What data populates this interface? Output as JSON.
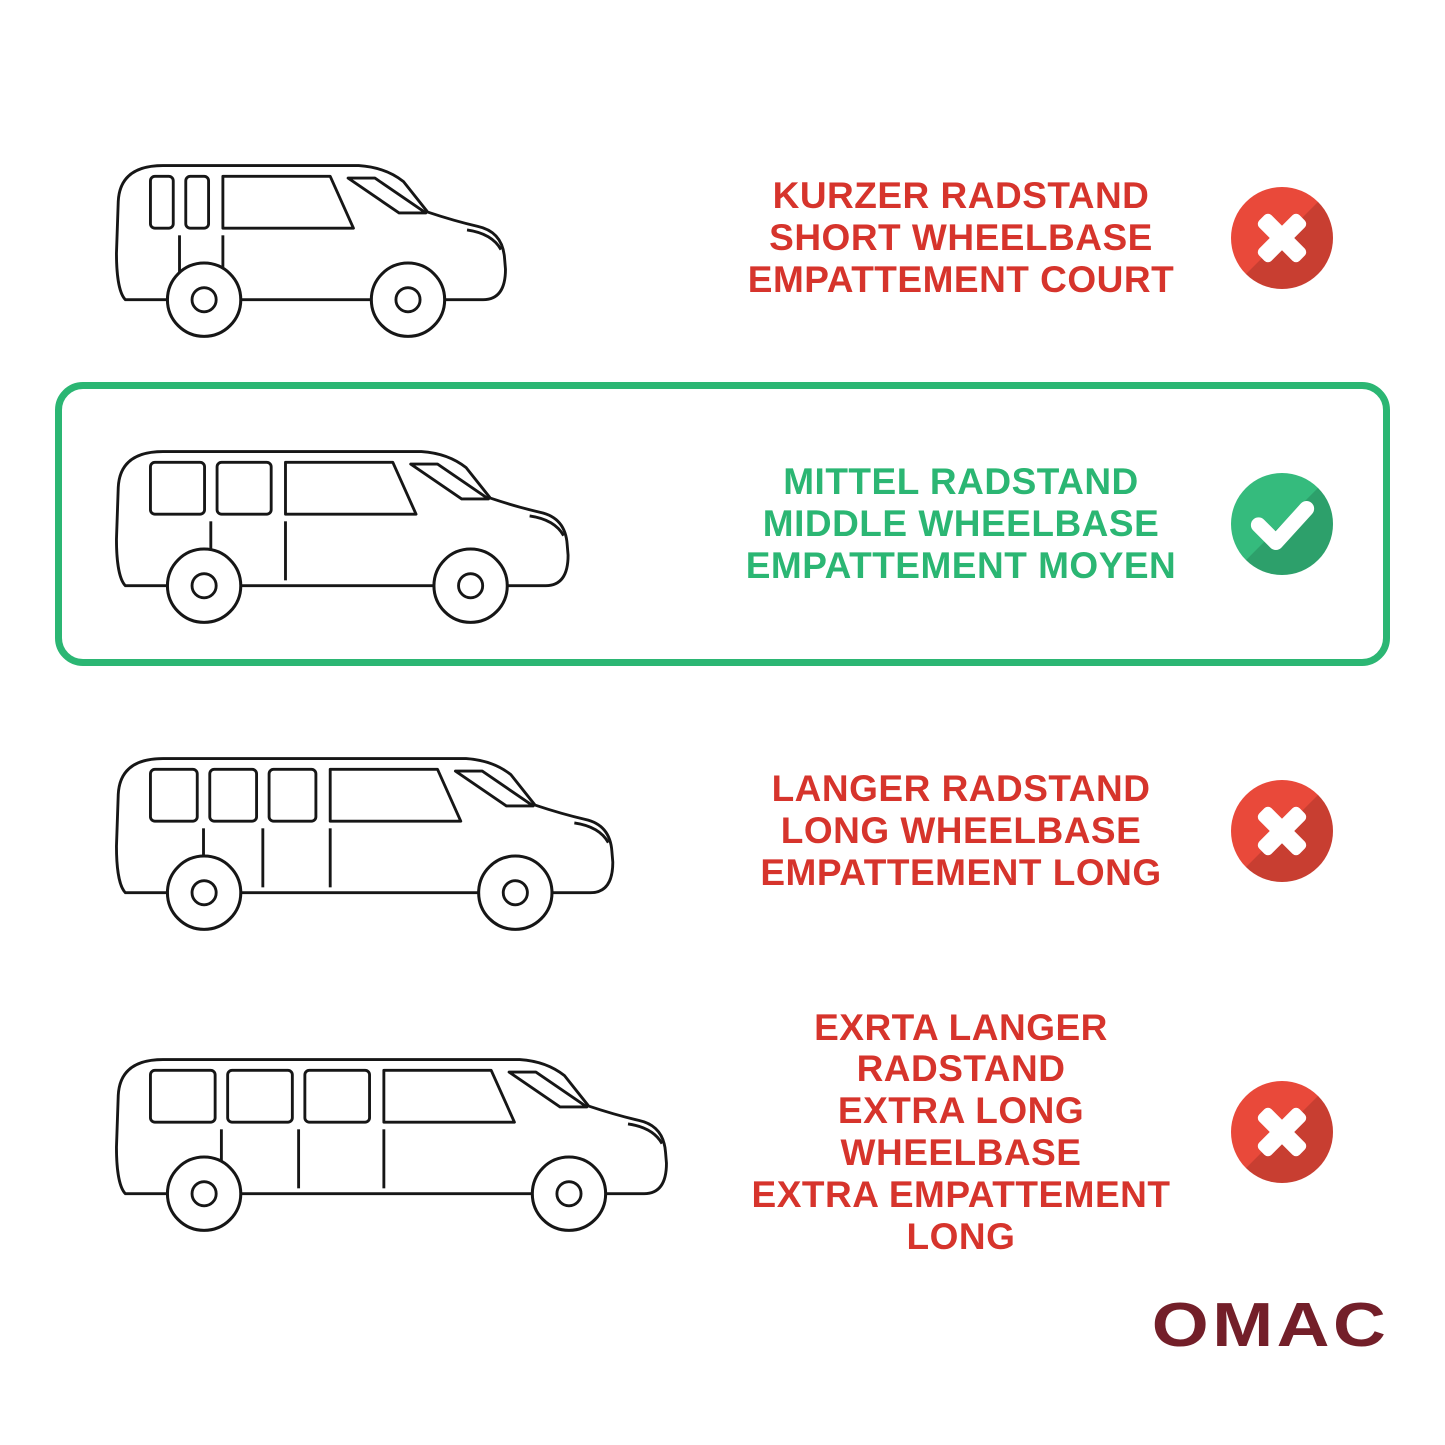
{
  "page": {
    "background": "#ffffff"
  },
  "colors": {
    "red_text": "#d6342c",
    "green_text": "#2bb673",
    "red_icon": "#e9493a",
    "green_icon": "#35bb7d",
    "selection_border": "#2bb673",
    "logo_color": "#731f29"
  },
  "rows": [
    {
      "name": "short-wheelbase",
      "lines": [
        "KURZER RADSTAND",
        "SHORT WHEELBASE",
        "EMPATTEMENT COURT"
      ],
      "status": "rejected",
      "mark": "cross-icon",
      "selected": false
    },
    {
      "name": "middle-wheelbase",
      "lines": [
        "MITTEL RADSTAND",
        "MIDDLE WHEELBASE",
        "EMPATTEMENT MOYEN"
      ],
      "status": "selected",
      "mark": "check-icon",
      "selected": true
    },
    {
      "name": "long-wheelbase",
      "lines": [
        "LANGER RADSTAND",
        "LONG WHEELBASE",
        "EMPATTEMENT LONG"
      ],
      "status": "rejected",
      "mark": "cross-icon",
      "selected": false
    },
    {
      "name": "extra-long-wheelbase",
      "lines": [
        "EXRTA LANGER RADSTAND",
        "EXTRA LONG WHEELBASE",
        "EXTRA EMPATTEMENT LONG"
      ],
      "status": "rejected",
      "mark": "cross-icon",
      "selected": false
    }
  ],
  "logo": {
    "text": "OMAC"
  }
}
